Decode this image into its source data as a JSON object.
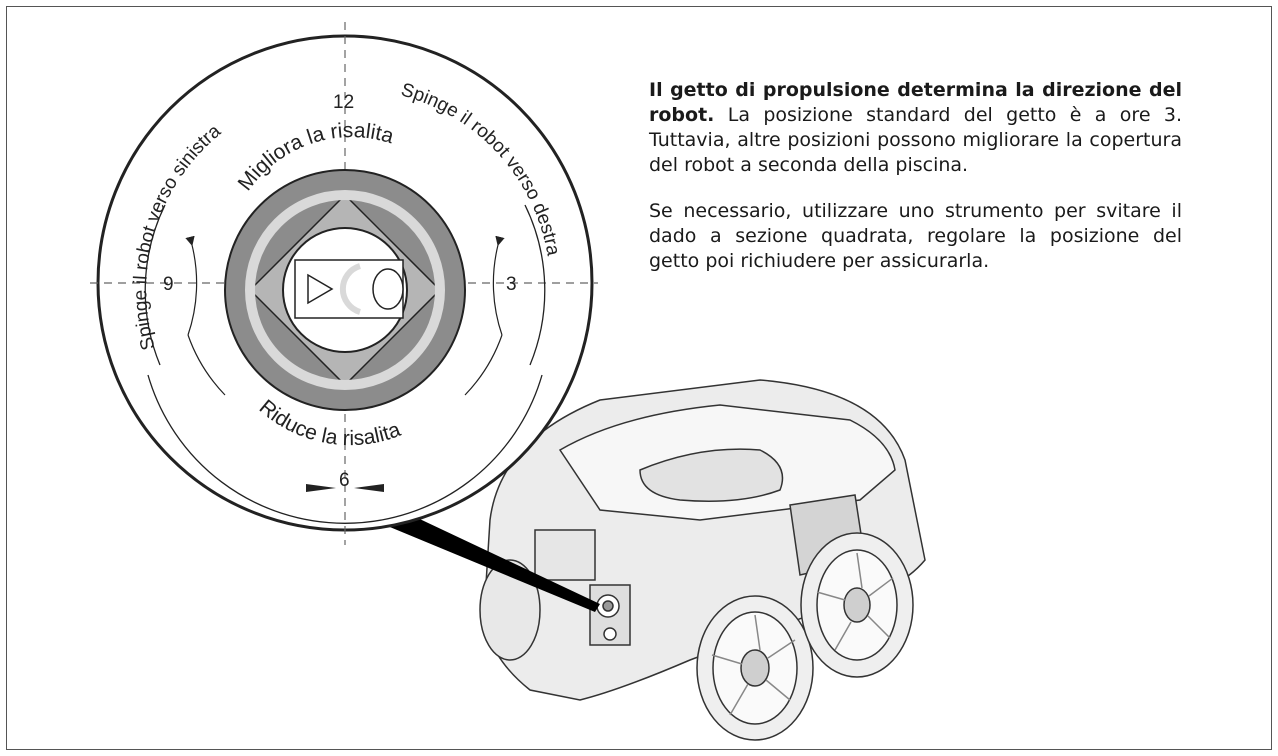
{
  "dial": {
    "top_left_arc": "Spinge il robot verso sinistra",
    "top_right_arc": "Spinge il robot verso destra",
    "upper_arc": "Migliora la risalita",
    "lower_arc": "Riduce la risalita",
    "clock_12": "12",
    "clock_3": "3",
    "clock_6": "6",
    "clock_9": "9"
  },
  "text": {
    "p1_bold": "Il getto di propulsione determina la direzione del robot.",
    "p1_rest": " La posizione standard del getto è a ore 3. Tuttavia, altre posizioni possono migliorare la copertura del robot a seconda della piscina.",
    "p2": "Se necessario, utilizzare uno strumento per svitare il dado a sezione quadrata, regolare la posizione del getto poi richiudere per assicurarla."
  },
  "colors": {
    "dark_gray": "#8c8c8c",
    "mid_gray": "#b5b5b5",
    "light_gray": "#d9d9d9",
    "outline": "#222222"
  }
}
